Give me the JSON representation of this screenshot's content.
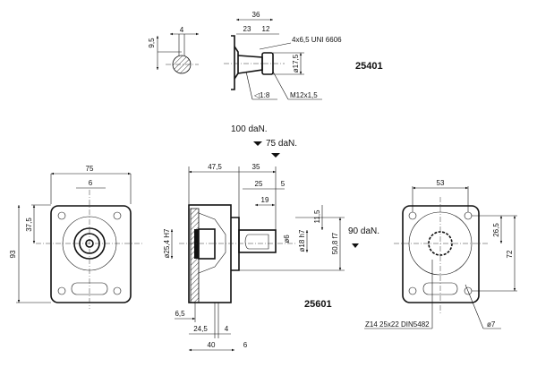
{
  "top": {
    "shaft_section": {
      "key_width": "4",
      "key_height": "9,5"
    },
    "side": {
      "overall": "36",
      "length_a": "23",
      "length_b": "12",
      "key": "4x6,5 UNI 6606",
      "diameter": "ø17,5",
      "taper": "◁1:8",
      "thread": "M12x1,5"
    },
    "code": "25401"
  },
  "loads": {
    "radial_a": "100 daN.",
    "radial_b": "75 daN.",
    "radial_c": "90 daN."
  },
  "front_view": {
    "width": "75",
    "key": "6",
    "half_height": "37,5",
    "height": "93"
  },
  "side_view": {
    "d1": "47,5",
    "d2": "35",
    "d3": "25",
    "d4": "5",
    "d5": "19",
    "d6": "11,5",
    "key_dia": "ø6",
    "shaft_dia": "ø18 h7",
    "pilot_dia": "50,8 f7",
    "bore_dia": "ø25,4 H7",
    "b1": "6,5",
    "b2": "24,5",
    "b3": "4",
    "b4": "40",
    "b5": "6",
    "code": "25601"
  },
  "rear_view": {
    "width": "53",
    "half_height": "26,5",
    "height": "72",
    "spline": "Z14 25x22 DIN5482",
    "hole": "ø7"
  }
}
